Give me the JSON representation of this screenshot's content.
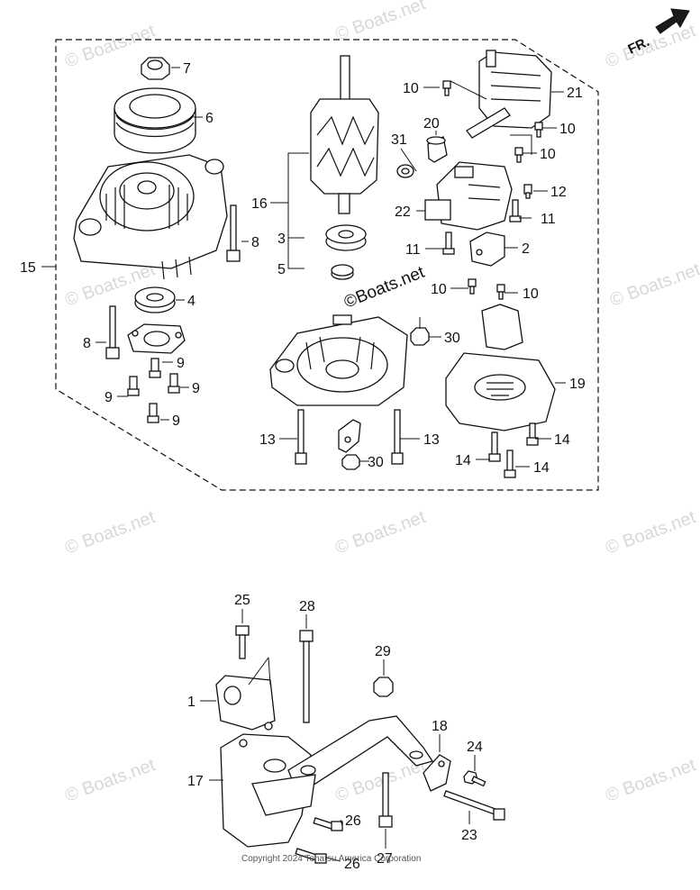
{
  "direction_label": "FR.",
  "watermark_text": "© Boats.net",
  "center_watermark": "©Boats.net",
  "copyright": "Copyright 2024 Tohatsu America Corporation",
  "part_numbers": {
    "n1": "1",
    "n2": "2",
    "n3": "3",
    "n4": "4",
    "n5": "5",
    "n6": "6",
    "n7": "7",
    "n8": "8",
    "n9": "9",
    "n10": "10",
    "n11": "11",
    "n12": "12",
    "n13": "13",
    "n14": "14",
    "n15": "15",
    "n16": "16",
    "n17": "17",
    "n18": "18",
    "n19": "19",
    "n20": "20",
    "n21": "21",
    "n22": "22",
    "n23": "23",
    "n24": "24",
    "n25": "25",
    "n26": "26",
    "n27": "27",
    "n28": "28",
    "n29": "29",
    "n30": "30",
    "n31": "31"
  },
  "colors": {
    "line": "#111111",
    "watermark": "#d8d8d8"
  }
}
